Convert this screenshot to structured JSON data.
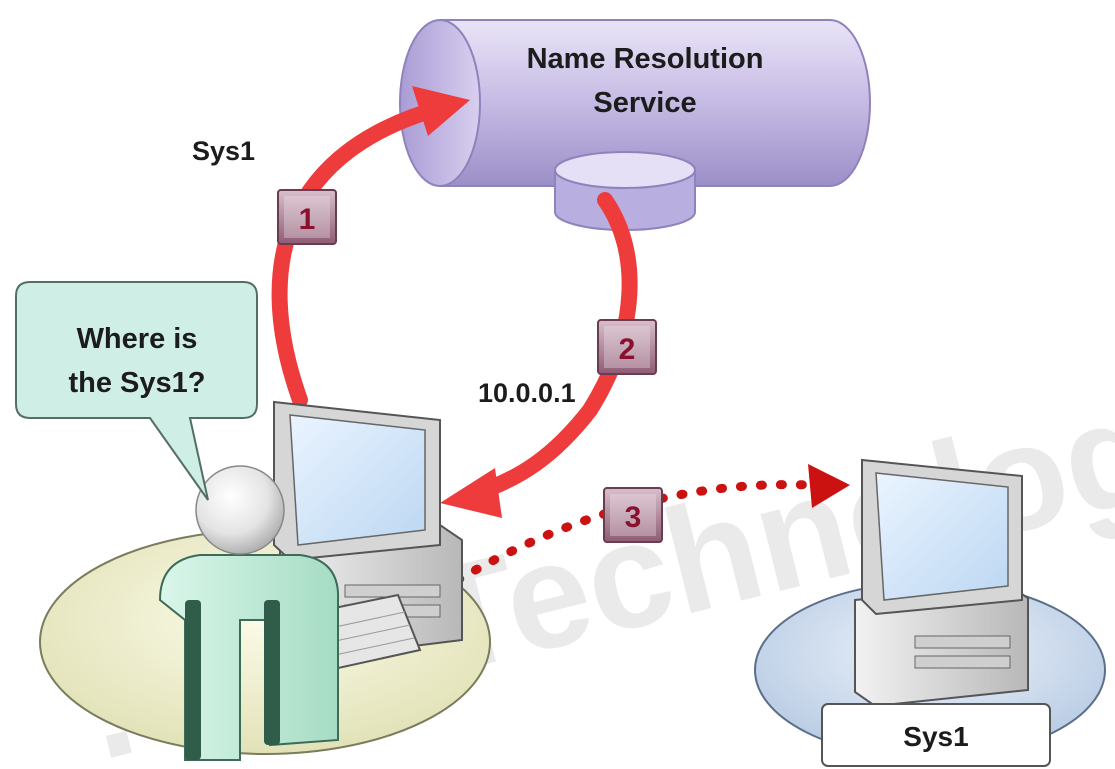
{
  "service": {
    "title_line1": "Name Resolution",
    "title_line2": "Service"
  },
  "query_label": "Sys1",
  "response_label": "10.0.0.1",
  "speech": {
    "line1": "Where is",
    "line2": "the Sys1?"
  },
  "steps": [
    "1",
    "2",
    "3"
  ],
  "target_label": "Sys1",
  "watermark": ".con Technologie",
  "colors": {
    "cylinder": "#c9bfe6",
    "arrow": "#ee3b3b",
    "dotted_arrow": "#cc1111",
    "speech_bubble": "#cfeee6",
    "user_body": "#bfeedd",
    "client_disc": "#eeeecf",
    "target_disc": "#c8d8ec",
    "step_badge": "#a87a90"
  },
  "icons": [
    "database-cylinder-icon",
    "user-icon",
    "computer-icon",
    "speech-bubble-icon"
  ]
}
